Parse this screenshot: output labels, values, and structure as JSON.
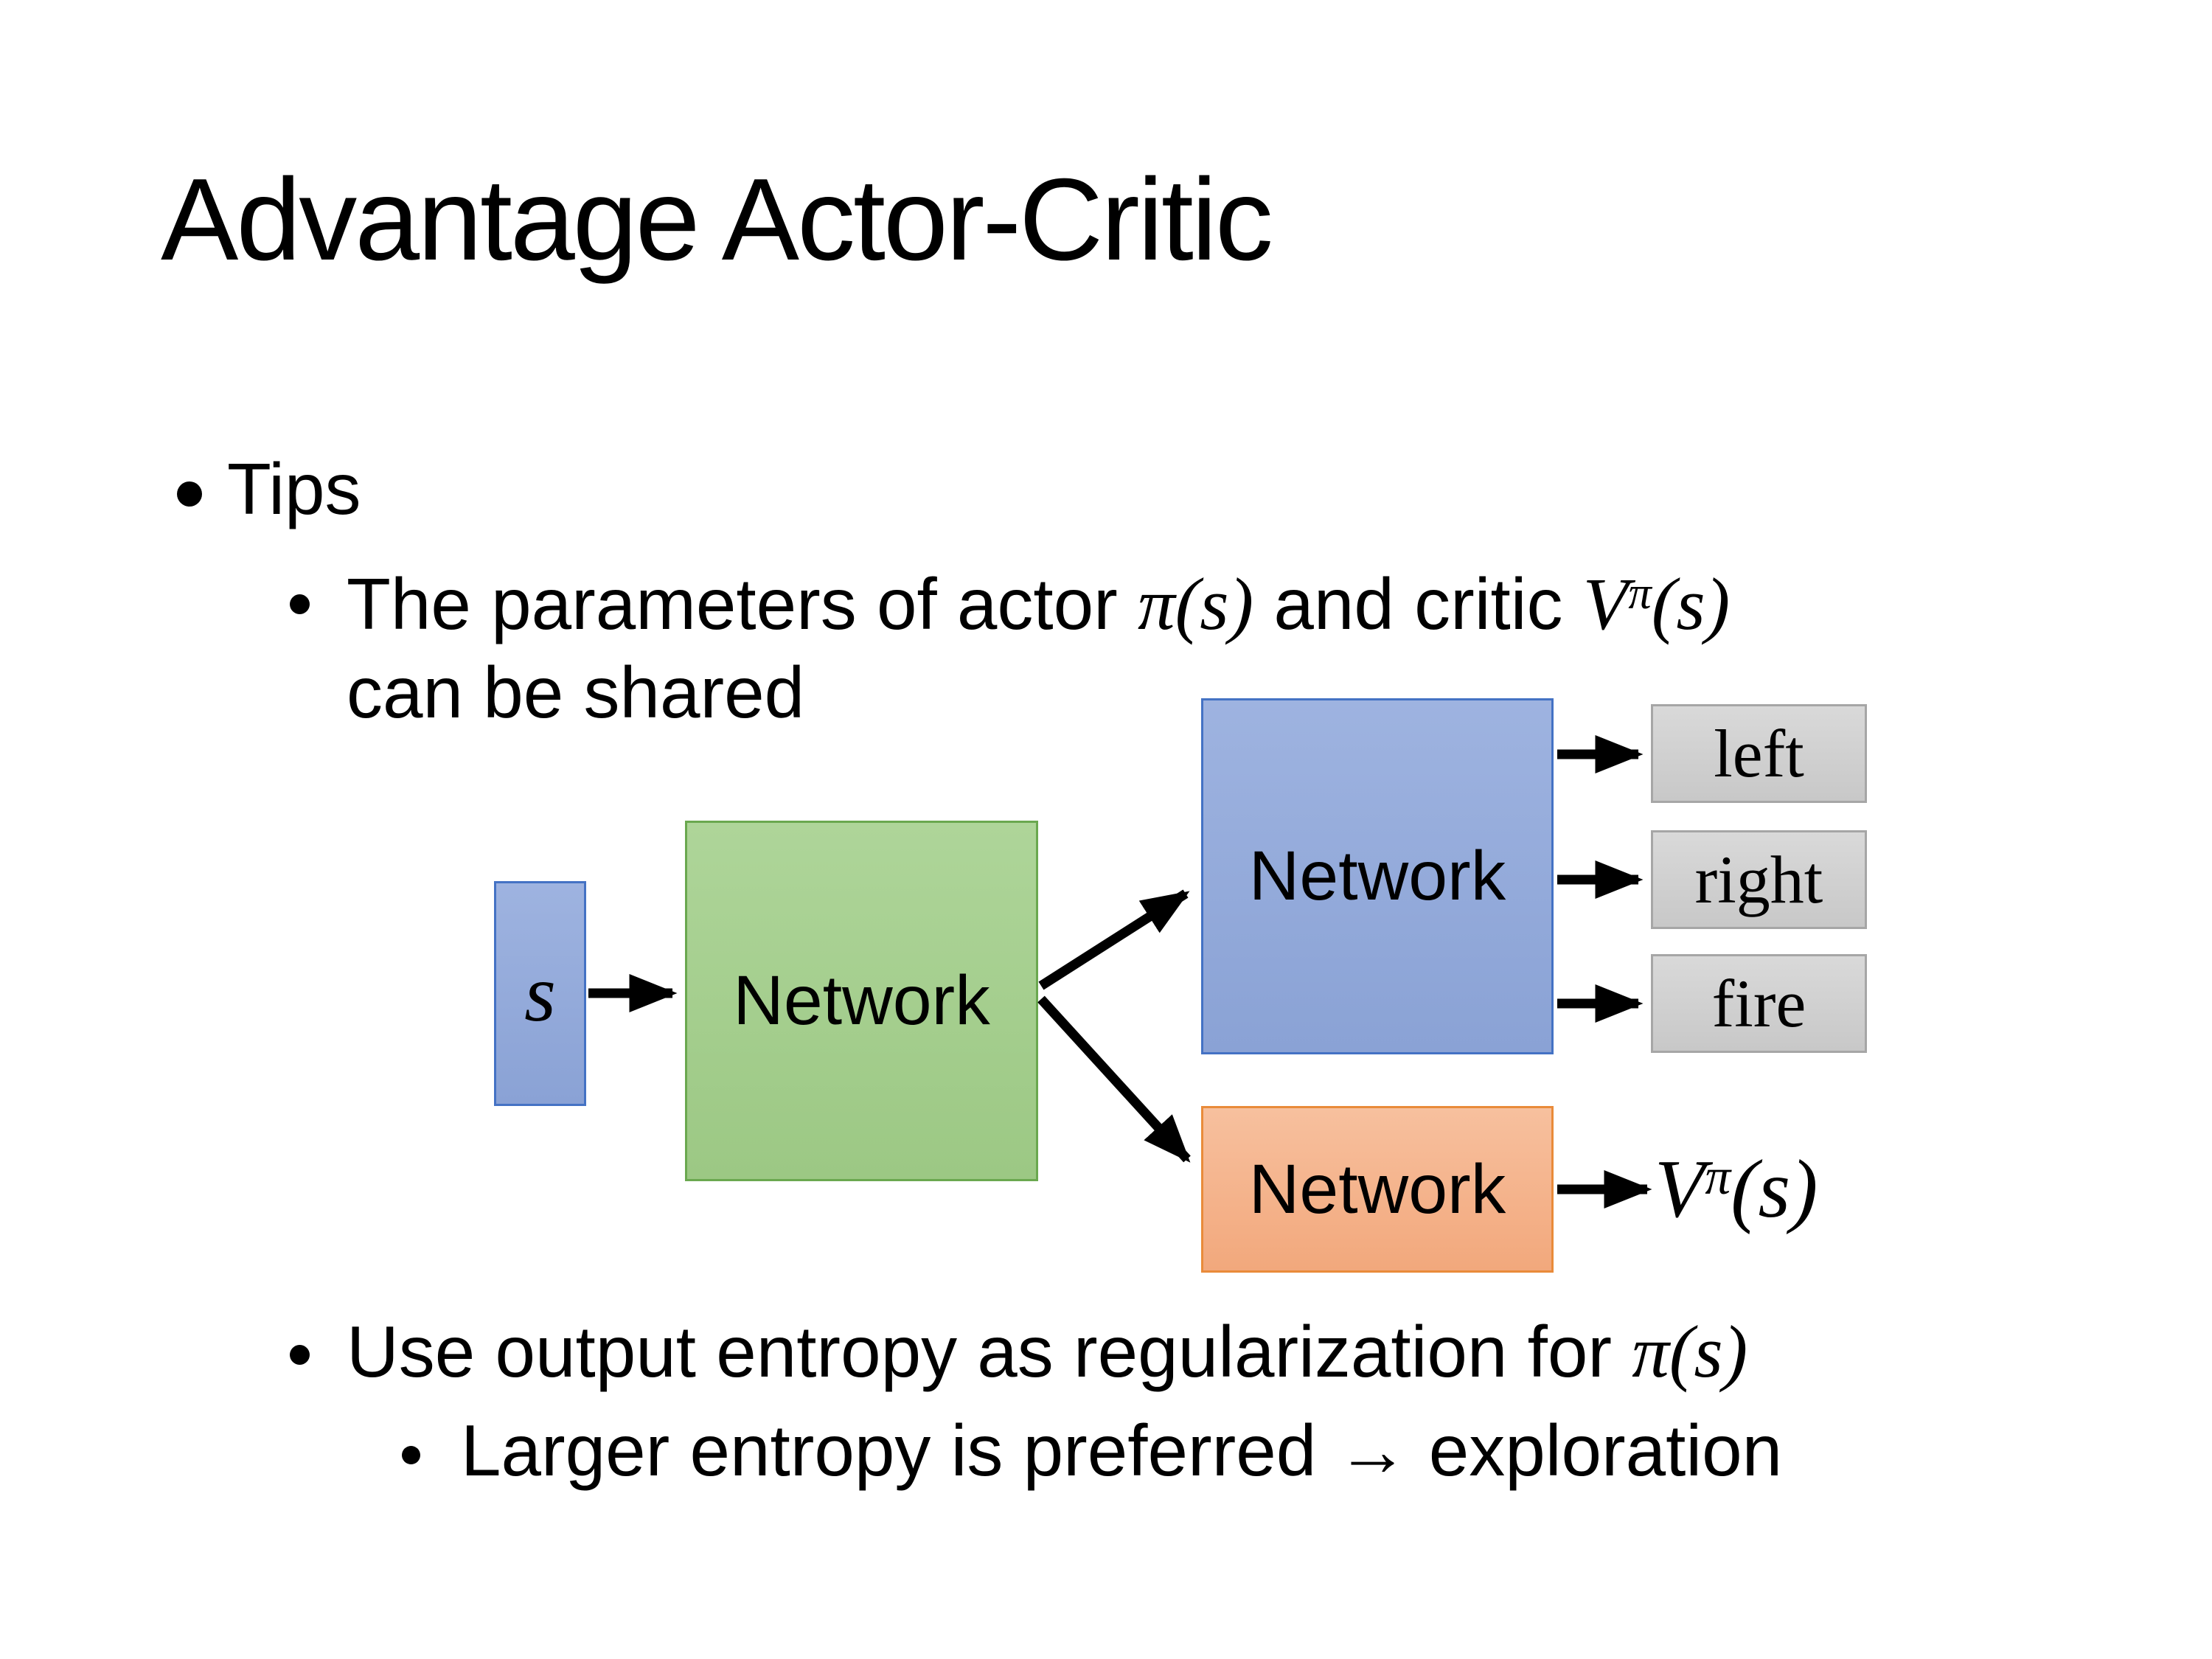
{
  "slide": {
    "title": "Advantage Actor-Critic",
    "bullets": {
      "tips": "Tips",
      "param_before": "The parameters of actor ",
      "param_math_actor": "π(s)",
      "param_mid": "  and critic ",
      "critic_base": "V",
      "critic_sup": "π",
      "critic_args": "(s)",
      "param_line2": "can be shared",
      "entropy_before": "Use output entropy as regularization for ",
      "entropy_math": "π(s)",
      "entropy_sub": "Larger entropy is preferred → exploration"
    },
    "diagram": {
      "input_label": "s",
      "shared_network_label": "Network",
      "actor_network_label": "Network",
      "critic_network_label": "Network",
      "actions": [
        "left",
        "right",
        "fire"
      ],
      "critic_output_base": "V",
      "critic_output_sup": "π",
      "critic_output_args": "(s)",
      "colors": {
        "input_box_fill": "#96abdb",
        "actor_network_fill": "#96abdb",
        "blue_border": "#4472c4",
        "shared_network_fill": "#a5cf8f",
        "green_border": "#6aa84f",
        "critic_network_fill": "#f4b183",
        "orange_border": "#e98b3a",
        "action_box_fill": "#d2d2d2",
        "action_box_border": "#a6a6a6",
        "arrow_color": "#000000",
        "text_color": "#000000",
        "background": "#ffffff"
      }
    }
  }
}
